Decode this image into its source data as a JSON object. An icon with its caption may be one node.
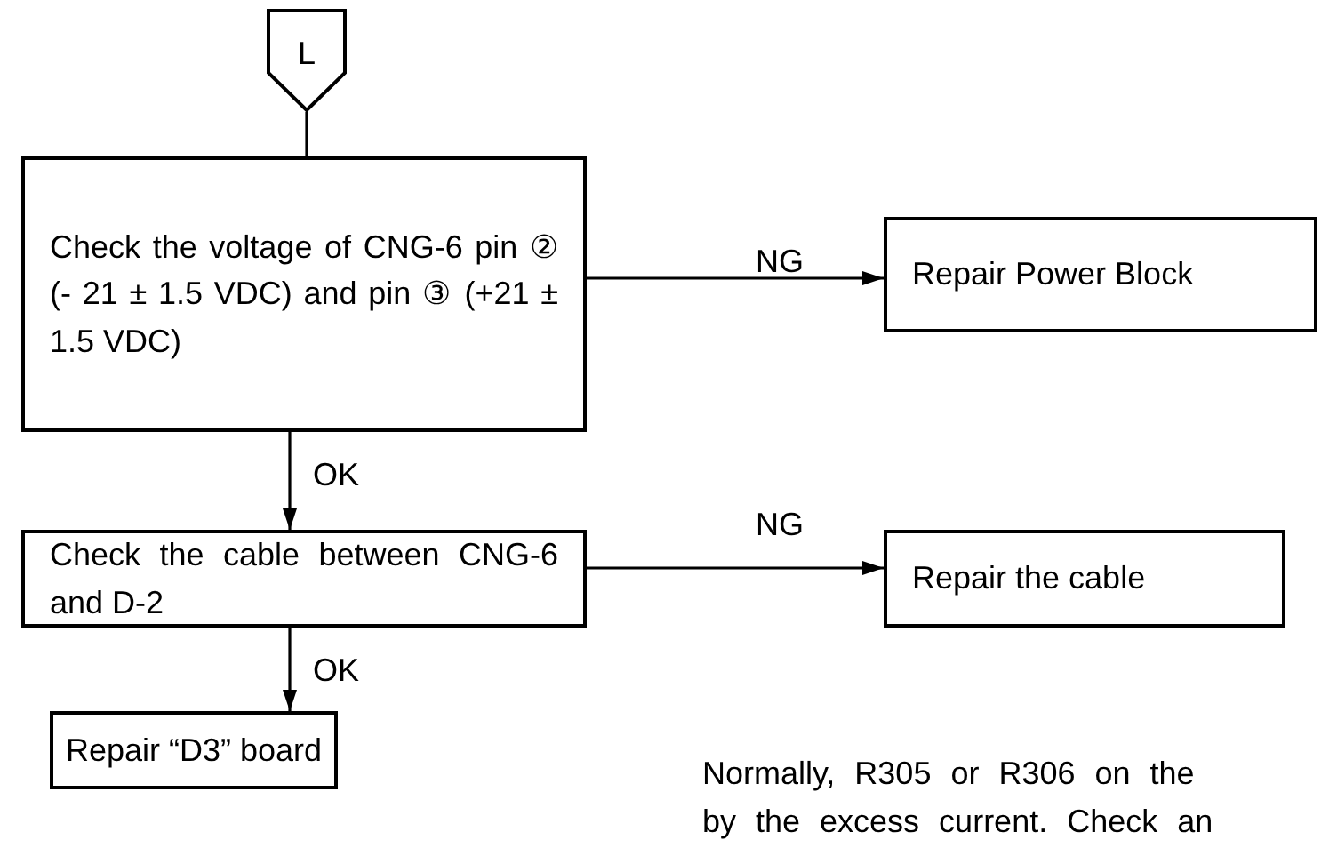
{
  "diagram": {
    "nodes": [
      {
        "text": [
          "L"
        ]
      },
      {
        "text": [
          "Check the voltage of CNG-6 pin ② (- 21 ± 1.5 VDC) and pin ③ (+21 ± 1.5 VDC)"
        ]
      },
      {
        "text": [
          "Repair Power Block"
        ]
      },
      {
        "text": [
          "Check the cable between CNG-6 and D-2"
        ]
      },
      {
        "text": [
          "Repair the cable"
        ]
      },
      {
        "text": [
          "Repair “D3” board"
        ]
      }
    ],
    "edges": [
      {
        "from": 0,
        "to": 1,
        "arrow": "none"
      },
      {
        "from": 1,
        "to": 2,
        "arrow": "to",
        "label": "NG"
      },
      {
        "from": 1,
        "to": 3,
        "arrow": "to",
        "label": "OK"
      },
      {
        "from": 3,
        "to": 4,
        "arrow": "to",
        "label": "NG"
      },
      {
        "from": 3,
        "to": 5,
        "arrow": "to",
        "label": "OK"
      }
    ],
    "labels": [
      "Normally, R305 or R306 on the",
      "by the excess current. Check an"
    ]
  }
}
